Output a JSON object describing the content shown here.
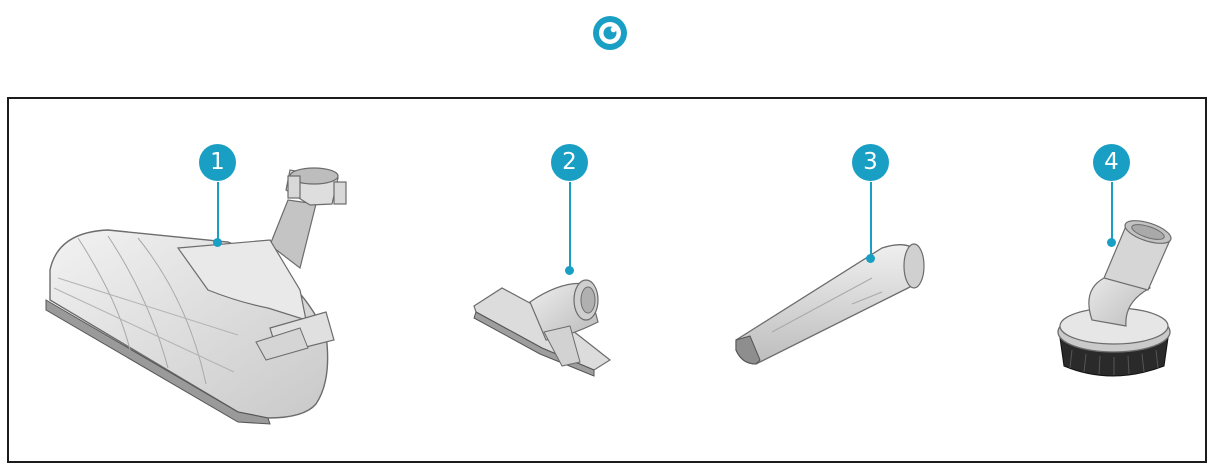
{
  "logo": {
    "icon": "eye-logo-icon",
    "color": "#1a9fc4"
  },
  "accent_color": "#1a9fc4",
  "callouts": [
    {
      "label": "1",
      "part_icon": "turbo-floor-brush-icon"
    },
    {
      "label": "2",
      "part_icon": "upholstery-nozzle-icon"
    },
    {
      "label": "3",
      "part_icon": "crevice-tool-icon"
    },
    {
      "label": "4",
      "part_icon": "dusting-brush-icon"
    }
  ]
}
